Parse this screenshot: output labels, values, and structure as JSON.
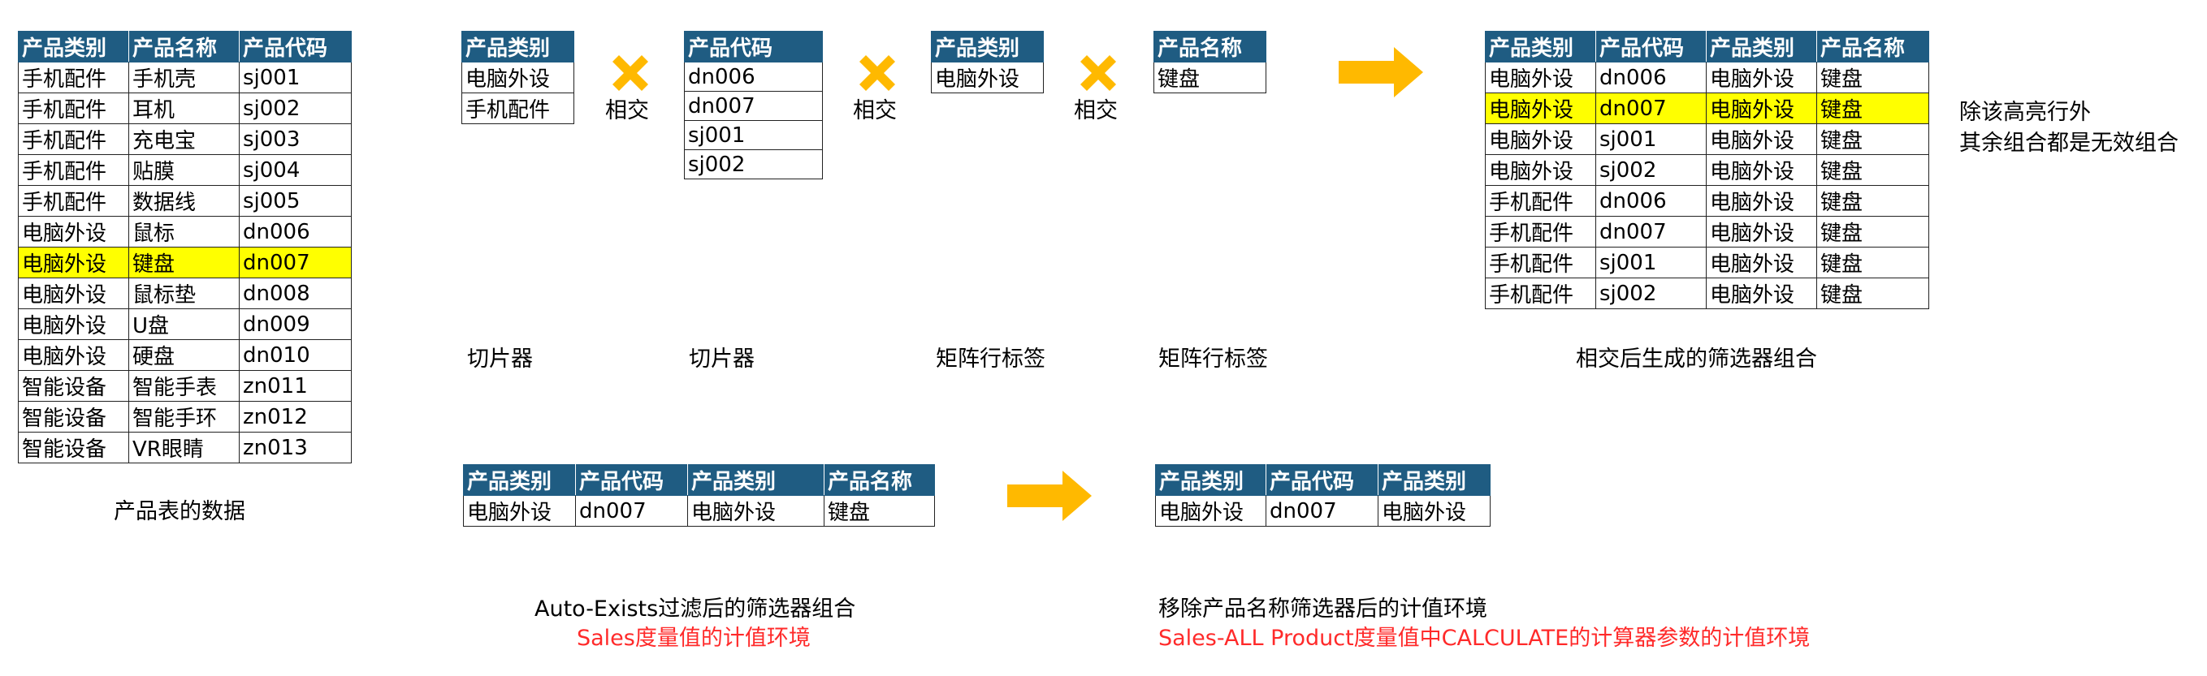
{
  "colors": {
    "header_bg": "#1f5c82",
    "header_text": "#ffffff",
    "highlight": "#ffff00",
    "accent_orange": "#ffb900",
    "red_text": "#ff2a2a"
  },
  "product_table": {
    "headers": [
      "产品类别",
      "产品名称",
      "产品代码"
    ],
    "rows": [
      [
        "手机配件",
        "手机壳",
        "sj001"
      ],
      [
        "手机配件",
        "耳机",
        "sj002"
      ],
      [
        "手机配件",
        "充电宝",
        "sj003"
      ],
      [
        "手机配件",
        "贴膜",
        "sj004"
      ],
      [
        "手机配件",
        "数据线",
        "sj005"
      ],
      [
        "电脑外设",
        "鼠标",
        "dn006"
      ],
      [
        "电脑外设",
        "键盘",
        "dn007"
      ],
      [
        "电脑外设",
        "鼠标垫",
        "dn008"
      ],
      [
        "电脑外设",
        "U盘",
        "dn009"
      ],
      [
        "电脑外设",
        "硬盘",
        "dn010"
      ],
      [
        "智能设备",
        "智能手表",
        "zn011"
      ],
      [
        "智能设备",
        "智能手环",
        "zn012"
      ],
      [
        "智能设备",
        "VR眼睛",
        "zn013"
      ]
    ],
    "highlight_row": 6,
    "caption": "产品表的数据"
  },
  "slicer1": {
    "headers": [
      "产品类别"
    ],
    "rows": [
      [
        "电脑外设"
      ],
      [
        "手机配件"
      ]
    ],
    "caption": "切片器"
  },
  "slicer2": {
    "headers": [
      "产品代码"
    ],
    "rows": [
      [
        "dn006"
      ],
      [
        "dn007"
      ],
      [
        "sj001"
      ],
      [
        "sj002"
      ]
    ],
    "caption": "切片器"
  },
  "matrix1": {
    "headers": [
      "产品类别"
    ],
    "rows": [
      [
        "电脑外设"
      ]
    ],
    "caption": "矩阵行标签"
  },
  "matrix2": {
    "headers": [
      "产品名称"
    ],
    "rows": [
      [
        "键盘"
      ]
    ],
    "caption": "矩阵行标签"
  },
  "intersect_label": "相交",
  "combos": {
    "headers": [
      "产品类别",
      "产品代码",
      "产品类别",
      "产品名称"
    ],
    "rows": [
      [
        "电脑外设",
        "dn006",
        "电脑外设",
        "键盘"
      ],
      [
        "电脑外设",
        "dn007",
        "电脑外设",
        "键盘"
      ],
      [
        "电脑外设",
        "sj001",
        "电脑外设",
        "键盘"
      ],
      [
        "电脑外设",
        "sj002",
        "电脑外设",
        "键盘"
      ],
      [
        "手机配件",
        "dn006",
        "电脑外设",
        "键盘"
      ],
      [
        "手机配件",
        "dn007",
        "电脑外设",
        "键盘"
      ],
      [
        "手机配件",
        "sj001",
        "电脑外设",
        "键盘"
      ],
      [
        "手机配件",
        "sj002",
        "电脑外设",
        "键盘"
      ]
    ],
    "highlight_row": 1,
    "caption": "相交后生成的筛选器组合",
    "note_line1": "除该高亮行外",
    "note_line2": "其余组合都是无效组合"
  },
  "auto_exists": {
    "headers": [
      "产品类别",
      "产品代码",
      "产品类别",
      "产品名称"
    ],
    "rows": [
      [
        "电脑外设",
        "dn007",
        "电脑外设",
        "键盘"
      ]
    ],
    "caption_line1": "Auto-Exists过滤后的筛选器组合",
    "caption_line2": "Sales度量值的计值环境"
  },
  "removed": {
    "headers": [
      "产品类别",
      "产品代码",
      "产品类别"
    ],
    "rows": [
      [
        "电脑外设",
        "dn007",
        "电脑外设"
      ]
    ],
    "caption_line1": "移除产品名称筛选器后的计值环境",
    "caption_line2": "Sales-ALL Product度量值中CALCULATE的计算器参数的计值环境"
  }
}
